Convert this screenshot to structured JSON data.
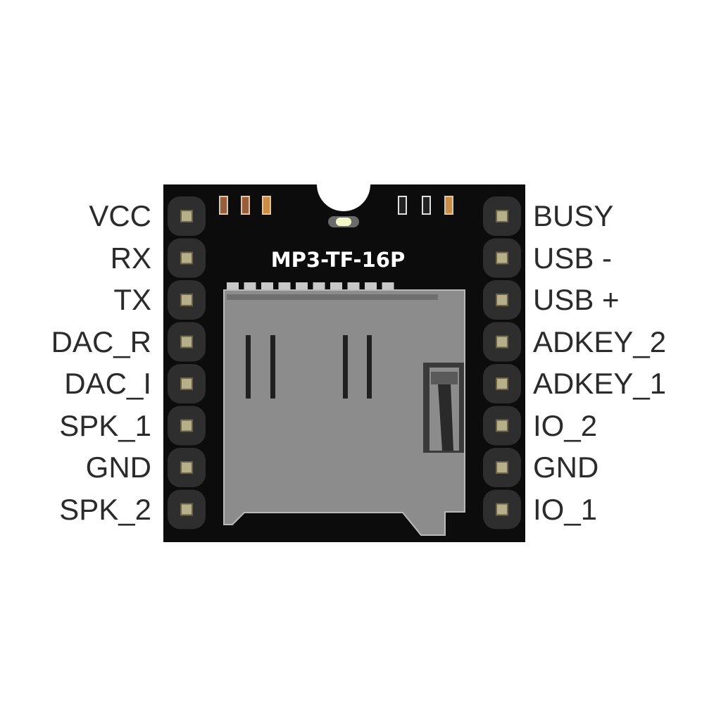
{
  "module": {
    "title": "MP3-TF-16P"
  },
  "pins_left": [
    "VCC",
    "RX",
    "TX",
    "DAC_R",
    "DAC_I",
    "SPK_1",
    "GND",
    "SPK_2"
  ],
  "pins_right": [
    "BUSY",
    "USB -",
    "USB +",
    "ADKEY_2",
    "ADKEY_1",
    "IO_2",
    "GND",
    "IO_1"
  ],
  "colors": {
    "board": "#0c0c0c",
    "pin_header": "#2e2e2e",
    "pin_pad": "#b7ae8a",
    "sd_slot": "#8c8c8c",
    "led": "#f4f8c8",
    "label_text": "#2b2b2b"
  }
}
